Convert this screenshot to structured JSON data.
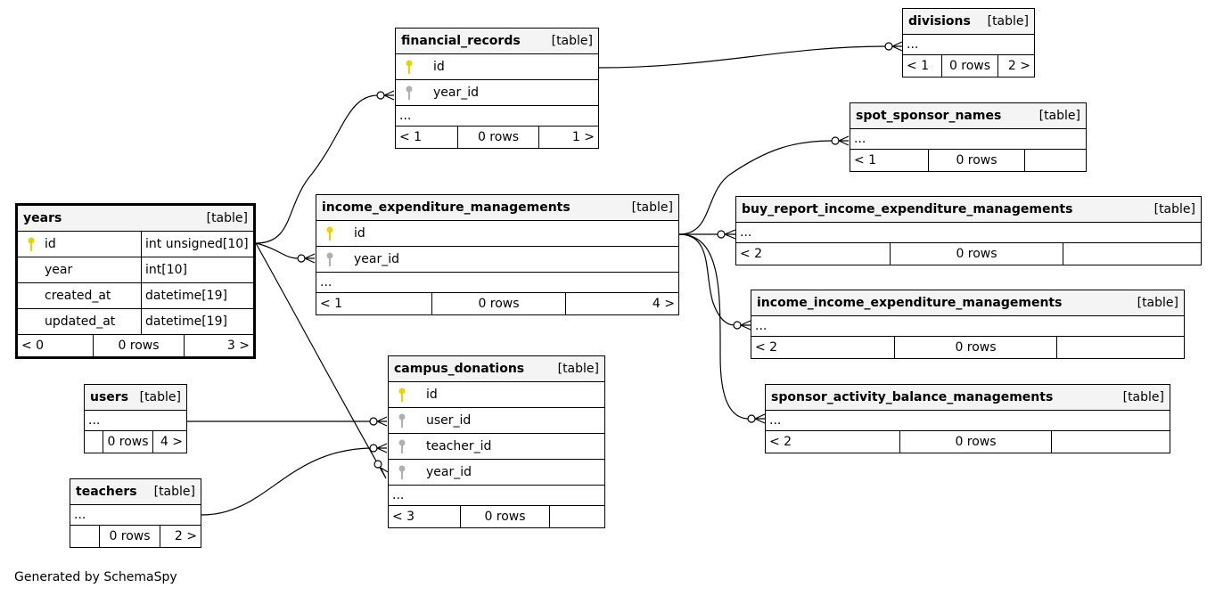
{
  "generated_by": "Generated by SchemaSpy",
  "table_type_label": "[table]",
  "tables": {
    "years": {
      "name": "years",
      "columns": [
        {
          "name": "id",
          "type": "int unsigned[10]",
          "key": "primary"
        },
        {
          "name": "year",
          "type": "int[10]",
          "key": "none"
        },
        {
          "name": "created_at",
          "type": "datetime[19]",
          "key": "none"
        },
        {
          "name": "updated_at",
          "type": "datetime[19]",
          "key": "none"
        }
      ],
      "footer": {
        "parents": "< 0",
        "rows": "0 rows",
        "children": "3 >"
      }
    },
    "financial_records": {
      "name": "financial_records",
      "columns": [
        {
          "name": "id",
          "key": "primary"
        },
        {
          "name": "year_id",
          "key": "foreign"
        }
      ],
      "ellipsis": "...",
      "footer": {
        "parents": "< 1",
        "rows": "0 rows",
        "children": "1 >"
      }
    },
    "divisions": {
      "name": "divisions",
      "ellipsis": "...",
      "footer": {
        "parents": "< 1",
        "rows": "0 rows",
        "children": "2 >"
      }
    },
    "spot_sponsor_names": {
      "name": "spot_sponsor_names",
      "ellipsis": "...",
      "footer": {
        "parents": "< 1",
        "rows": "0 rows",
        "children": ""
      }
    },
    "income_expenditure_managements": {
      "name": "income_expenditure_managements",
      "columns": [
        {
          "name": "id",
          "key": "primary"
        },
        {
          "name": "year_id",
          "key": "foreign"
        }
      ],
      "ellipsis": "...",
      "footer": {
        "parents": "< 1",
        "rows": "0 rows",
        "children": "4 >"
      }
    },
    "buy_report_income_expenditure_managements": {
      "name": "buy_report_income_expenditure_managements",
      "ellipsis": "...",
      "footer": {
        "parents": "< 2",
        "rows": "0 rows",
        "children": ""
      }
    },
    "income_income_expenditure_managements": {
      "name": "income_income_expenditure_managements",
      "ellipsis": "...",
      "footer": {
        "parents": "< 2",
        "rows": "0 rows",
        "children": ""
      }
    },
    "sponsor_activity_balance_managements": {
      "name": "sponsor_activity_balance_managements",
      "ellipsis": "...",
      "footer": {
        "parents": "< 2",
        "rows": "0 rows",
        "children": ""
      }
    },
    "campus_donations": {
      "name": "campus_donations",
      "columns": [
        {
          "name": "id",
          "key": "primary"
        },
        {
          "name": "user_id",
          "key": "foreign"
        },
        {
          "name": "teacher_id",
          "key": "foreign"
        },
        {
          "name": "year_id",
          "key": "foreign"
        }
      ],
      "ellipsis": "...",
      "footer": {
        "parents": "< 3",
        "rows": "0 rows",
        "children": ""
      }
    },
    "users": {
      "name": "users",
      "ellipsis": "...",
      "footer": {
        "parents": "",
        "rows": "0 rows",
        "children": "4 >"
      }
    },
    "teachers": {
      "name": "teachers",
      "ellipsis": "...",
      "footer": {
        "parents": "",
        "rows": "0 rows",
        "children": "2 >"
      }
    }
  },
  "relationships": [
    {
      "from": "financial_records.id",
      "to": "divisions"
    },
    {
      "from": "years.id",
      "to": "financial_records.year_id"
    },
    {
      "from": "years.id",
      "to": "income_expenditure_managements.year_id"
    },
    {
      "from": "years.id",
      "to": "campus_donations.year_id"
    },
    {
      "from": "income_expenditure_managements.id",
      "to": "spot_sponsor_names"
    },
    {
      "from": "income_expenditure_managements.id",
      "to": "buy_report_income_expenditure_managements"
    },
    {
      "from": "income_expenditure_managements.id",
      "to": "income_income_expenditure_managements"
    },
    {
      "from": "income_expenditure_managements.id",
      "to": "sponsor_activity_balance_managements"
    },
    {
      "from": "users",
      "to": "campus_donations.user_id"
    },
    {
      "from": "teachers",
      "to": "campus_donations.teacher_id"
    }
  ],
  "colors": {
    "primary_key": "#e8d200",
    "foreign_key": "#b0b0b0",
    "header_bg": "#f4f4f4"
  }
}
